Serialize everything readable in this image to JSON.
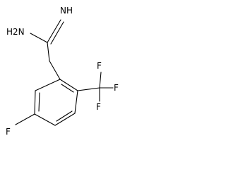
{
  "diagram": {
    "type": "chemical-structure",
    "atoms": {
      "imine": "NH",
      "amine": "H2N",
      "fluorine_ring": "F",
      "fluorine_1": "F",
      "fluorine_2": "F",
      "fluorine_3": "F"
    }
  }
}
